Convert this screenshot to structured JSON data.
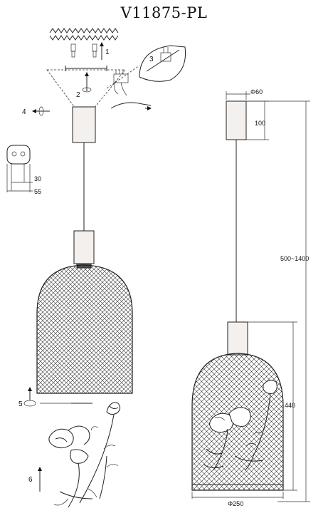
{
  "title": "V11875-PL",
  "steps": [
    "1",
    "2",
    "3",
    "4",
    "5",
    "6"
  ],
  "dimensions": {
    "canopy_diameter": "Φ60",
    "canopy_height": "100",
    "cable_length": "500~1400",
    "shade_height": "440",
    "shade_diameter": "Φ250",
    "bracket_inner": "30",
    "bracket_outer": "55"
  },
  "colors": {
    "line": "#222222",
    "canopy_fill": "#f3f0ee",
    "mesh": "#333333"
  }
}
